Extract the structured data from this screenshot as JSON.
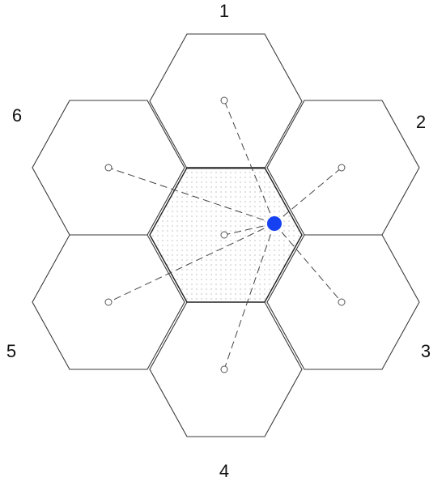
{
  "diagram": {
    "labels": [
      "1",
      "2",
      "3",
      "4",
      "5",
      "6"
    ],
    "colors": {
      "user_dot": "#1541f2",
      "cell_outline": "#3a3a3a",
      "center_fill_dots": "#9a9a9a"
    },
    "icons": {
      "user": "filled-circle",
      "cell_site": "small-open-circle"
    }
  }
}
